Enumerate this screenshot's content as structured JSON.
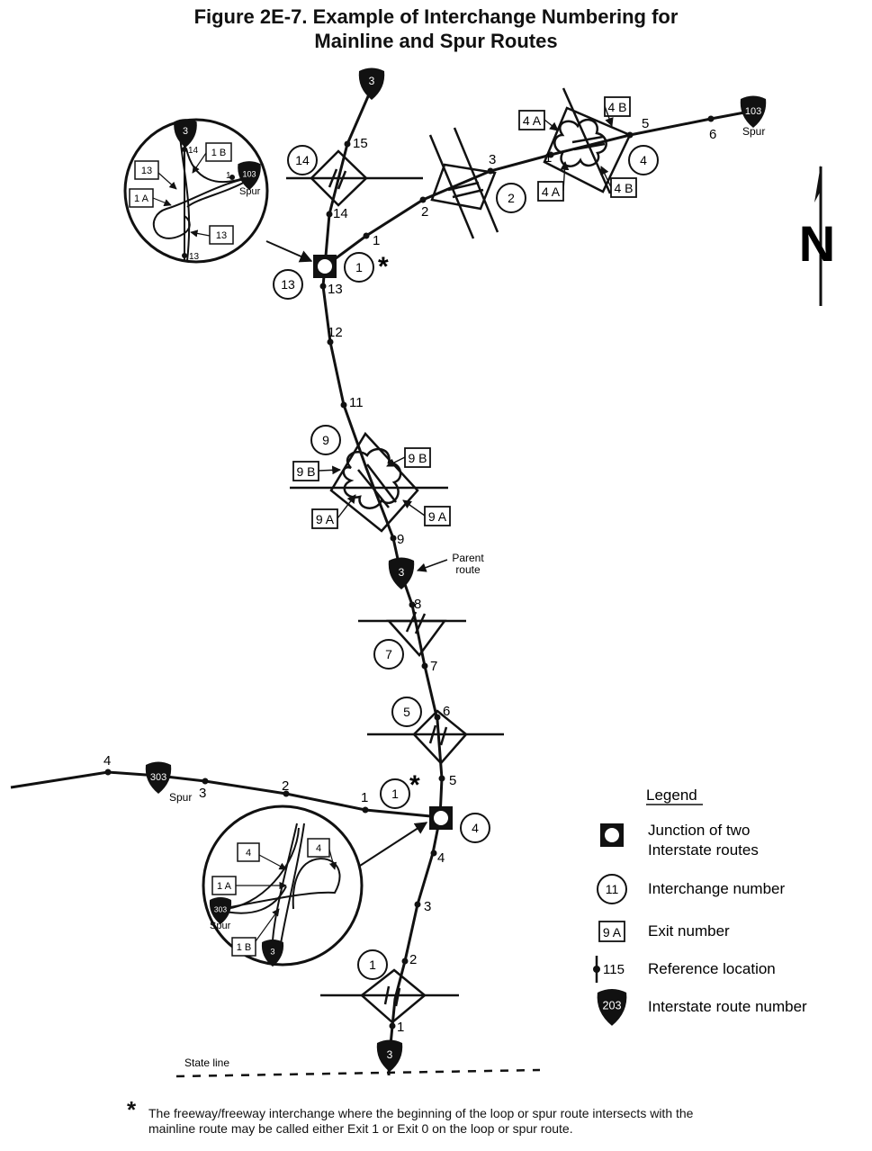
{
  "title_line1": "Figure 2E-7.  Example of Interchange Numbering for",
  "title_line2": "Mainline and Spur Routes",
  "north_label": "N",
  "mainline_refs": [
    "1",
    "2",
    "3",
    "4",
    "5",
    "6",
    "7",
    "8",
    "9",
    "11",
    "12",
    "13",
    "14",
    "15"
  ],
  "spur103_refs": [
    "1",
    "2",
    "3",
    "5",
    "6"
  ],
  "spur303_refs": [
    "1",
    "2",
    "3",
    "4"
  ],
  "interchange_numbers": {
    "i14": "14",
    "i13": "13",
    "i1top": "1",
    "i2top": "2",
    "i4top": "4",
    "i9": "9",
    "i7": "7",
    "i5": "5",
    "i4": "4",
    "i1west": "1",
    "i1bottom": "1"
  },
  "exit_numbers": {
    "e4a_top": "4 A",
    "e4b_top": "4 B",
    "e4a_bot": "4 A",
    "e4b_bot": "4 B",
    "e9b_left": "9 B",
    "e9b_right": "9 B",
    "e9a_left": "9 A",
    "e9a_right": "9 A"
  },
  "shields": {
    "top3": "3",
    "parent3": "3",
    "bottom3": "3",
    "spur103": "103",
    "spur303": "303"
  },
  "labels": {
    "spur": "Spur",
    "parent_line1": "Parent",
    "parent_line2": "route",
    "state_line": "State line"
  },
  "inset_top": {
    "shield3": "3",
    "shield103": "103",
    "spur": "Spur",
    "ref14": "14",
    "ref13": "13",
    "ref1": "1",
    "exit13a": "13",
    "exit13b": "13",
    "exit1a": "1 A",
    "exit1b": "1 B"
  },
  "inset_bottom": {
    "shield303": "303",
    "shield3": "3",
    "spur": "Spur",
    "exit4a": "4",
    "exit4b": "4",
    "exit1a": "1 A",
    "exit1b": "1 B"
  },
  "legend": {
    "title": "Legend",
    "junction_line1": "Junction of two",
    "junction_line2": "Interstate routes",
    "interchange_sample": "11",
    "interchange_label": "Interchange number",
    "exit_sample": "9 A",
    "exit_label": "Exit number",
    "ref_sample": "115",
    "ref_label": "Reference location",
    "shield_sample": "203",
    "shield_label": "Interstate route number"
  },
  "asterisk": "*",
  "footnote_line1": "The freeway/freeway interchange where the beginning of the loop or spur route intersects with the",
  "footnote_line2": "mainline route may be called either Exit 1 or Exit 0 on the loop or spur route."
}
